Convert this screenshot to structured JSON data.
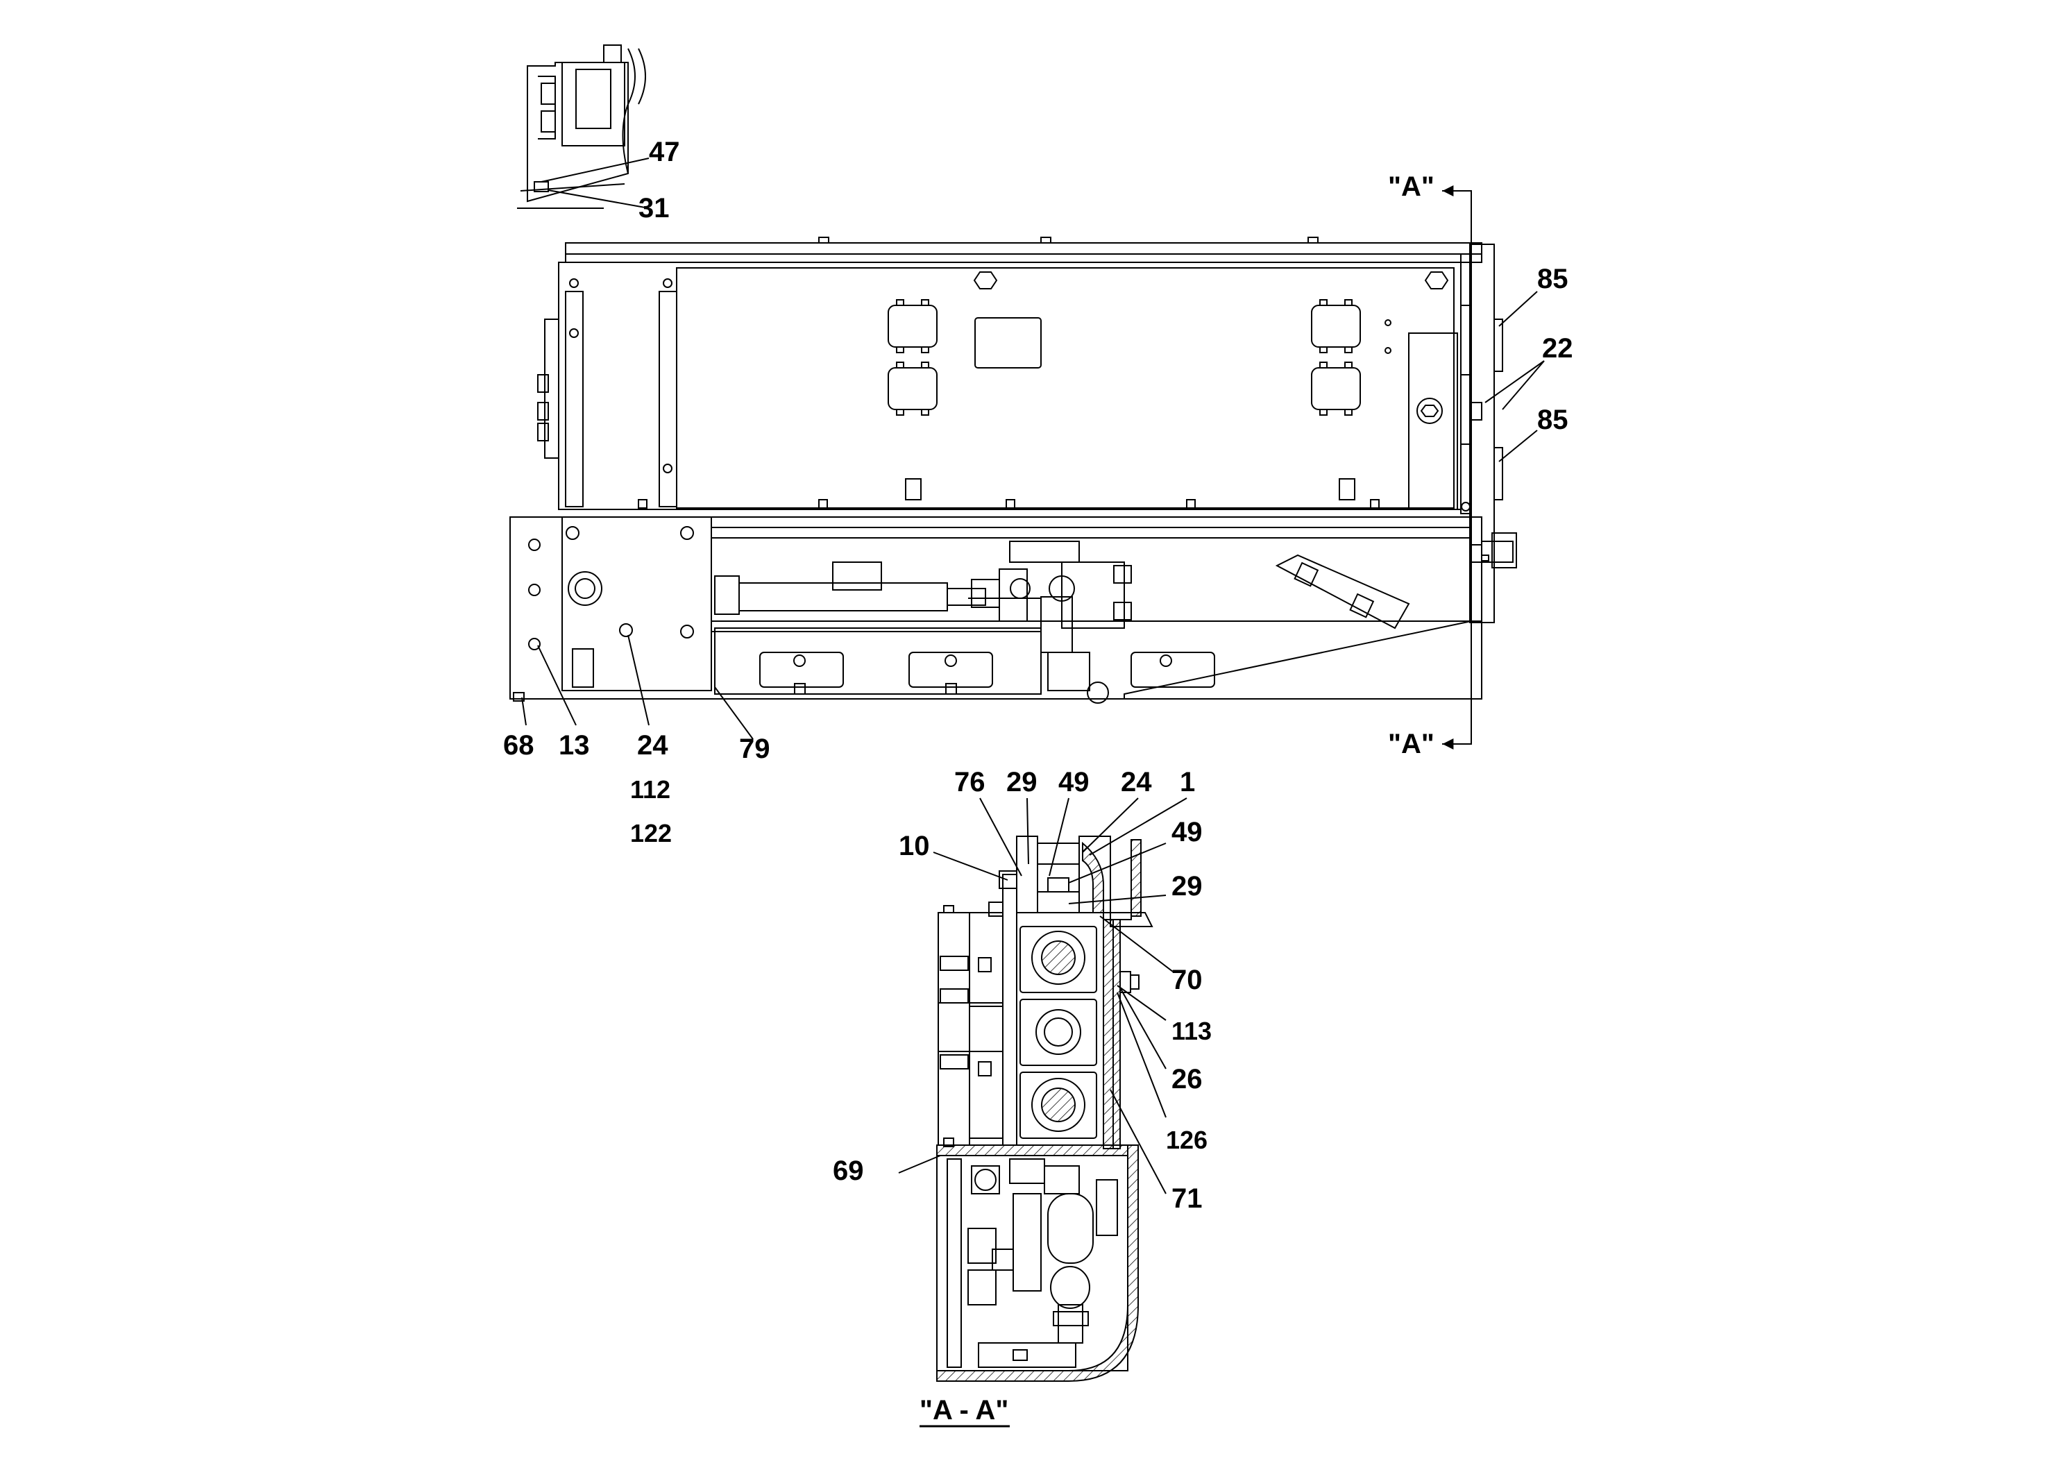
{
  "drawing": {
    "detail_callouts": [
      "47",
      "31"
    ],
    "main_view_callouts": [
      "85",
      "22",
      "85",
      "68",
      "13",
      "24",
      "112",
      "122",
      "79"
    ],
    "section_marks": [
      "\"A\"",
      "\"A\""
    ],
    "section_view_callouts": [
      "76",
      "29",
      "49",
      "24",
      "1",
      "10",
      "49",
      "29",
      "70",
      "113",
      "26",
      "126",
      "69",
      "71"
    ],
    "section_view_title": "\"A - A\""
  }
}
